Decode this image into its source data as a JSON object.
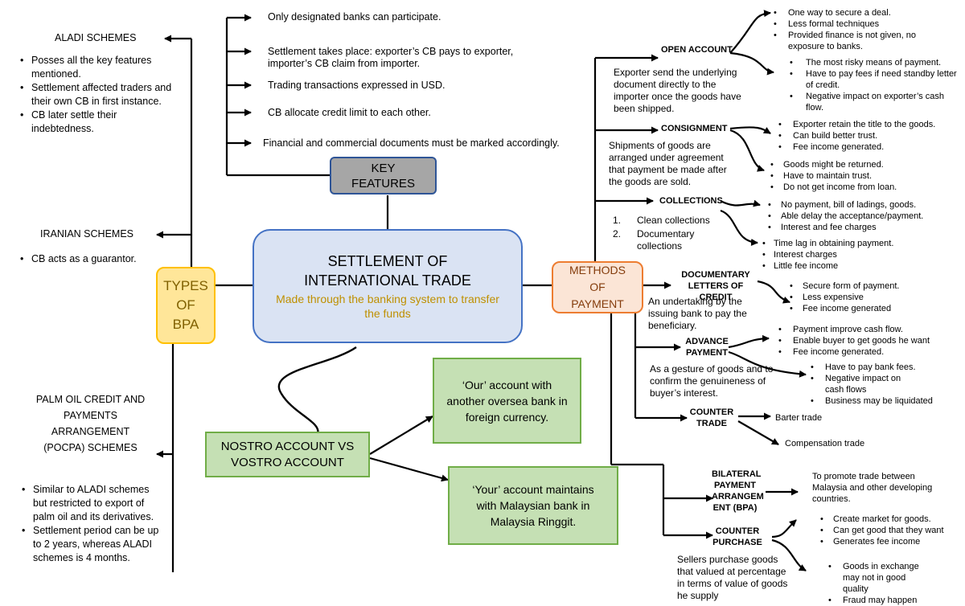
{
  "center": {
    "title_line1": "SETTLEMENT OF",
    "title_line2": "INTERNATIONAL TRADE",
    "subtitle": "Made through the banking system to transfer the funds"
  },
  "key_features": {
    "label": "KEY FEATURES",
    "items": [
      "Only designated banks can participate.",
      "Settlement takes place: exporter’s CB pays to exporter, importer’s CB claim from importer.",
      "Trading transactions expressed in USD.",
      "CB allocate credit limit to each other.",
      "Financial and commercial documents must be marked accordingly."
    ]
  },
  "types_bpa": {
    "label": "TYPES OF BPA",
    "aladi": {
      "title": "ALADI SCHEMES",
      "bullets": [
        "Posses all the key features mentioned.",
        "Settlement affected traders and their own CB in first instance.",
        "CB later settle their indebtedness."
      ]
    },
    "iranian": {
      "title": "IRANIAN SCHEMES",
      "bullets": [
        "CB acts as a guarantor."
      ]
    },
    "pocpa": {
      "title": "PALM OIL CREDIT AND PAYMENTS ARRANGEMENT (POCPA) SCHEMES",
      "bullets": [
        "Similar to ALADI schemes but restricted to export of palm oil and its derivatives.",
        "Settlement period can be up to 2 years, whereas ALADI schemes is 4 months."
      ]
    }
  },
  "nostro": {
    "label": "NOSTRO ACCOUNT VS VOSTRO ACCOUNT",
    "our": "‘Our’ account with another oversea bank in foreign currency.",
    "your": "‘Your’ account maintains with Malaysian bank in Malaysia Ringgit."
  },
  "methods": {
    "label": "METHODS OF PAYMENT",
    "open_account": {
      "title": "OPEN ACCOUNT",
      "desc": "Exporter send the underlying document directly to the importer once the goods have been shipped.",
      "pros": [
        "One way to secure a deal.",
        "Less formal techniques",
        "Provided finance is not given, no exposure to banks."
      ],
      "cons": [
        "The most risky means of payment.",
        "Have to pay fees if need standby letter of credit.",
        "Negative impact on exporter’s cash flow."
      ]
    },
    "consignment": {
      "title": "CONSIGNMENT",
      "desc": "Shipments of goods are arranged under agreement that payment be made after the goods are sold.",
      "pros": [
        "Exporter retain the title to the goods.",
        "Can build better trust.",
        "Fee income generated."
      ],
      "cons": [
        "Goods might be returned.",
        "Have to maintain trust.",
        "Do not get income from loan."
      ]
    },
    "collections": {
      "title": "COLLECTIONS",
      "list": [
        "Clean collections",
        "Documentary collections"
      ],
      "pros": [
        "No payment, bill of ladings, goods.",
        "Able delay the acceptance/payment.",
        "Interest and fee charges"
      ],
      "cons": [
        "Time lag in obtaining payment.",
        "Interest charges",
        "Little fee income"
      ]
    },
    "lc": {
      "title": "DOCUMENTARY LETTERS OF CREDIT",
      "desc": "An undertaking by the issuing bank to pay the beneficiary.",
      "pros": [
        "Secure form of payment.",
        "Less expensive",
        "Fee income generated"
      ]
    },
    "advance": {
      "title": "ADVANCE PAYMENT",
      "desc": "As a gesture of goods and to confirm the genuineness of buyer’s interest.",
      "pros": [
        "Payment improve cash flow.",
        "Enable buyer to get goods he want",
        "Fee income generated."
      ],
      "cons": [
        "Have to pay bank fees.",
        "Negative impact on cash flows",
        "Business may be liquidated"
      ]
    },
    "counter_trade": {
      "title": "COUNTER TRADE",
      "items": [
        "Barter trade",
        "Compensation trade"
      ]
    },
    "bpa": {
      "title": "BILATERAL PAYMENT ARRANGEM ENT (BPA)",
      "desc": "To promote trade between Malaysia and other developing countries."
    },
    "counter_purchase": {
      "title": "COUNTER PURCHASE",
      "desc": "Sellers purchase goods that valued at percentage in terms of value of goods he supply",
      "pros": [
        "Create market for goods.",
        "Can get good that they want",
        "Generates fee income"
      ],
      "cons": [
        "Goods in exchange may not in good quality",
        "Fraud may happen"
      ]
    }
  },
  "colors": {
    "center_fill": "#dae3f3",
    "center_border": "#4472c4",
    "subtitle": "#bf9000",
    "key_fill": "#a6a6a6",
    "bpa_fill": "#ffe699",
    "methods_fill": "#fbe5d6",
    "nostro_fill": "#c5e0b4",
    "nostro_border": "#70ad47"
  }
}
